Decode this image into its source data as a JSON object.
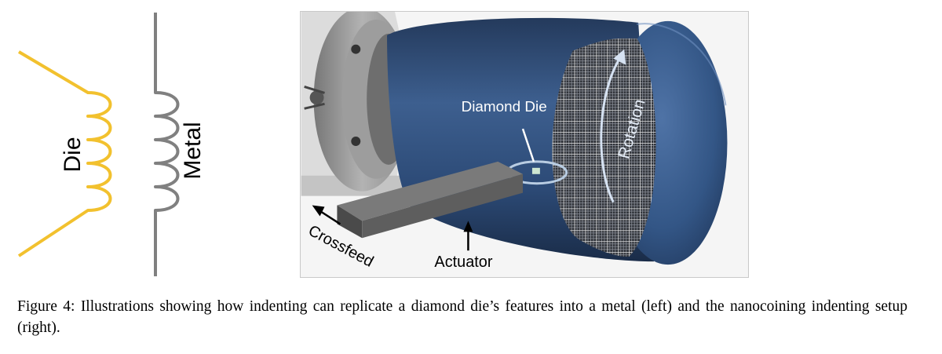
{
  "left_figure": {
    "die_label": "Die",
    "metal_label": "Metal",
    "colors": {
      "die": "#f2c12e",
      "metal": "#808080"
    }
  },
  "right_figure": {
    "diamond_die_label": "Diamond Die",
    "rotation_label": "Rotation",
    "crossfeed_label": "Crossfeed",
    "actuator_label": "Actuator",
    "colors": {
      "cylinder": "#2f4f7c",
      "actuator": "#5a5a5a",
      "ring": "#b9cde3"
    }
  },
  "caption": "Figure 4: Illustrations showing how indenting can replicate a diamond die’s features into a metal (left) and the nanocoining indenting setup (right)."
}
